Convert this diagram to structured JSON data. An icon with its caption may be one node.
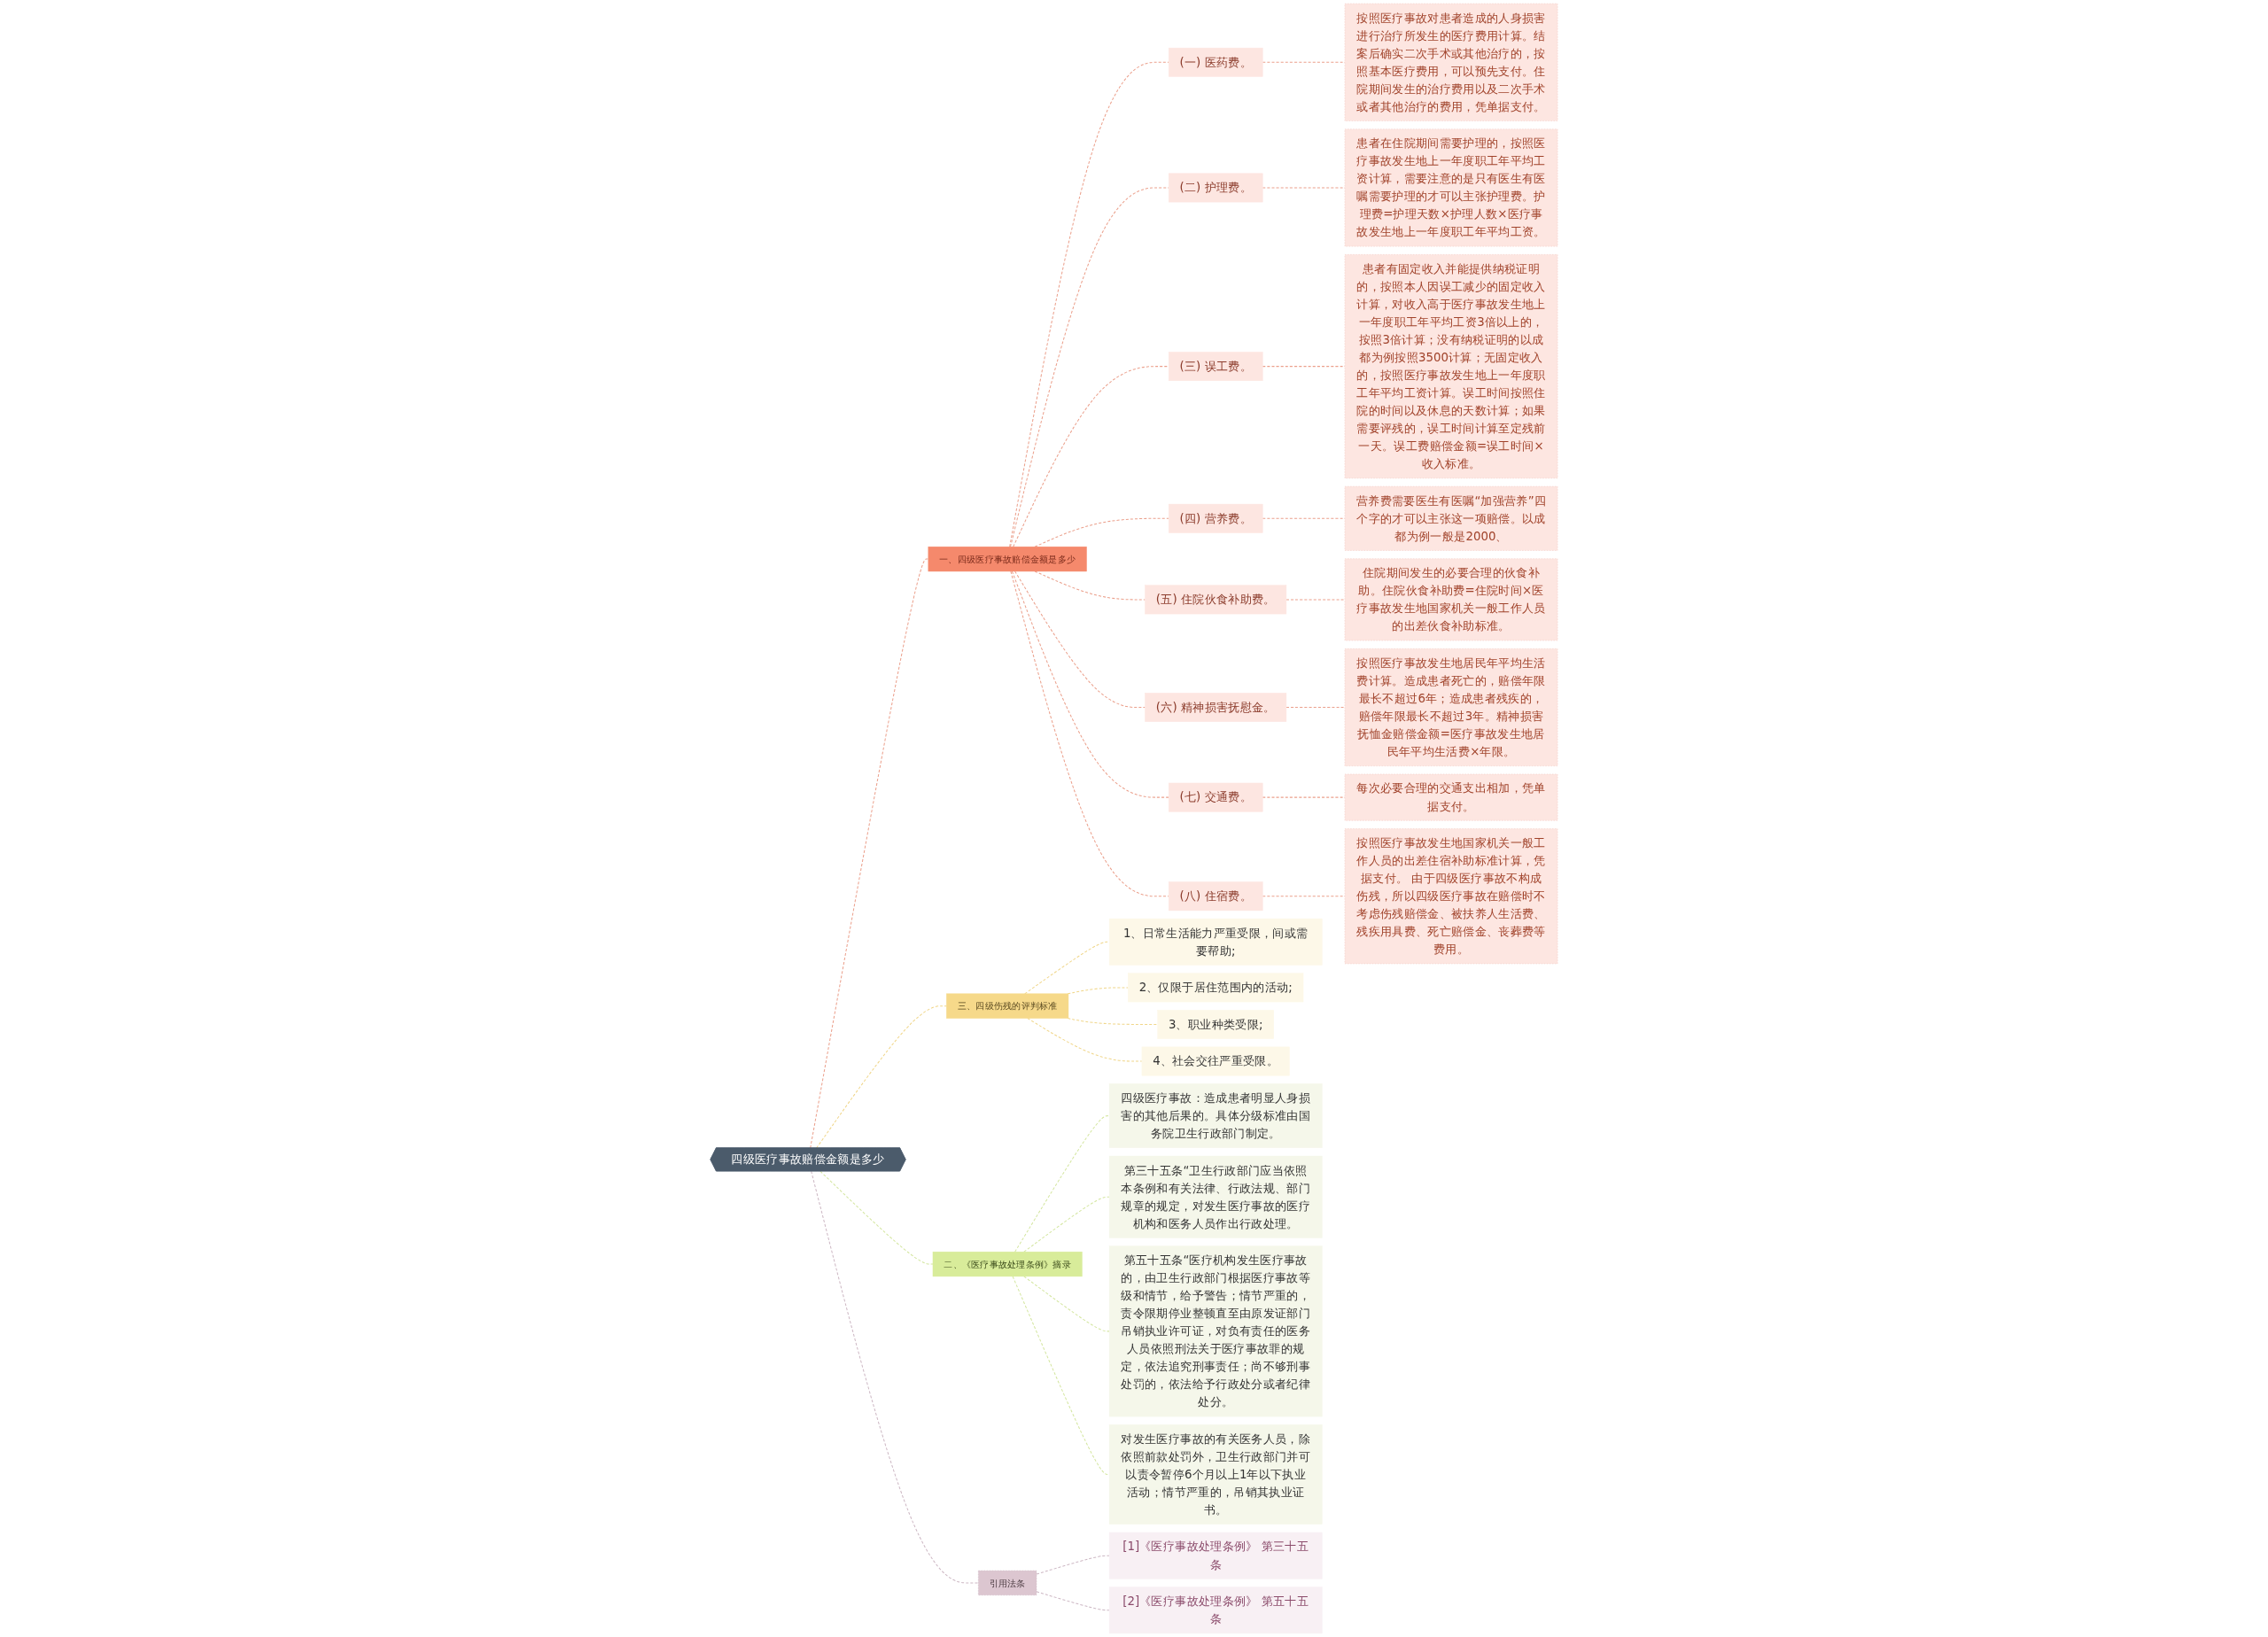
{
  "diagram": {
    "nodes": [
      {
        "text": [
          "四级医疗事故赔偿金额是多少"
        ]
      },
      {
        "text": [
          "一、四级医疗事故赔偿金额是多少"
        ]
      },
      {
        "text": [
          "(一) 医药费。"
        ]
      },
      {
        "text": [
          "按照医疗事故对患者造成的人身损害进行治疗所发生的医疗费用计算。结案后确实二次手术或其他治疗的，按照基本医疗费用，可以预先支付。住院期间发生的治疗费用以及二次手术或者其他治疗的费用，凭单据支付。"
        ]
      },
      {
        "text": [
          "(二) 护理费。"
        ]
      },
      {
        "text": [
          "患者在住院期间需要护理的，按照医疗事故发生地上一年度职工年平均工资计算，需要注意的是只有医生有医嘱需要护理的才可以主张护理费。护理费=护理天数×护理人数×医疗事故发生地上一年度职工年平均工资。"
        ]
      },
      {
        "text": [
          "(三) 误工费。"
        ]
      },
      {
        "text": [
          "患者有固定收入并能提供纳税证明的，按照本人因误工减少的固定收入计算，对收入高于医疗事故发生地上一年度职工年平均工资3倍以上的，按照3倍计算；没有纳税证明的以成都为例按照3500计算；无固定收入的，按照医疗事故发生地上一年度职工年平均工资计算。误工时间按照住院的时间以及休息的天数计算；如果需要评残的，误工时间计算至定残前一天。误工费赔偿金额=误工时间×收入标准。"
        ]
      },
      {
        "text": [
          "(四) 营养费。"
        ]
      },
      {
        "text": [
          "营养费需要医生有医嘱“加强营养”四个字的才可以主张这一项赔偿。以成都为例一般是2000、"
        ]
      },
      {
        "text": [
          "(五) 住院伙食补助费。"
        ]
      },
      {
        "text": [
          "住院期间发生的必要合理的伙食补助。住院伙食补助费=住院时间×医疗事故发生地国家机关一般工作人员的出差伙食补助标准。"
        ]
      },
      {
        "text": [
          "(六) 精神损害抚慰金。"
        ]
      },
      {
        "text": [
          "按照医疗事故发生地居民年平均生活费计算。造成患者死亡的，赔偿年限最长不超过6年；造成患者残疾的，赔偿年限最长不超过3年。精神损害抚恤金赔偿金额=医疗事故发生地居民年平均生活费×年限。"
        ]
      },
      {
        "text": [
          "(七) 交通费。"
        ]
      },
      {
        "text": [
          "每次必要合理的交通支出相加，凭单据支付。"
        ]
      },
      {
        "text": [
          "(八) 住宿费。"
        ]
      },
      {
        "text": [
          "按照医疗事故发生地国家机关一般工作人员的出差住宿补助标准计算，凭据支付。 由于四级医疗事故不构成伤残，所以四级医疗事故在赔偿时不考虑伤残赔偿金、被扶养人生活费、残疾用具费、死亡赔偿金、丧葬费等费用。"
        ]
      },
      {
        "text": [
          "三、四级伤残的评判标准"
        ]
      },
      {
        "text": [
          "1、日常生活能力严重受限，间或需要帮助;"
        ]
      },
      {
        "text": [
          "2、仅限于居住范围内的活动;"
        ]
      },
      {
        "text": [
          "3、职业种类受限;"
        ]
      },
      {
        "text": [
          "4、社会交往严重受限。"
        ]
      },
      {
        "text": [
          "二、《医疗事故处理条例》摘录"
        ]
      },
      {
        "text": [
          "四级医疗事故：造成患者明显人身损害的其他后果的。具体分级标准由国务院卫生行政部门制定。"
        ]
      },
      {
        "text": [
          "第三十五条“卫生行政部门应当依照本条例和有关法律、行政法规、部门规章的规定，对发生医疗事故的医疗机构和医务人员作出行政处理。"
        ]
      },
      {
        "text": [
          "第五十五条“医疗机构发生医疗事故的，由卫生行政部门根据医疗事故等级和情节，给予警告；情节严重的，责令限期停业整顿直至由原发证部门吊销执业许可证，对负有责任的医务人员依照刑法关于医疗事故罪的规定，依法追究刑事责任；尚不够刑事处罚的，依法给予行政处分或者纪律处分。"
        ]
      },
      {
        "text": [
          "对发生医疗事故的有关医务人员，除依照前款处罚外，卫生行政部门并可以责令暂停6个月以上1年以下执业活动；情节严重的，吊销其执业证书。"
        ]
      },
      {
        "text": [
          "引用法条"
        ]
      },
      {
        "text": [
          "[1]《医疗事故处理条例》 第三十五条"
        ]
      },
      {
        "text": [
          "[2]《医疗事故处理条例》 第五十五条"
        ]
      }
    ],
    "edges": [
      {
        "from": 0,
        "to": 1,
        "arrow": "none",
        "style": "dashed"
      },
      {
        "from": 1,
        "to": 2,
        "arrow": "none",
        "style": "dashed"
      },
      {
        "from": 2,
        "to": 3,
        "arrow": "none",
        "style": "dashed"
      },
      {
        "from": 1,
        "to": 4,
        "arrow": "none",
        "style": "dashed"
      },
      {
        "from": 4,
        "to": 5,
        "arrow": "none",
        "style": "dashed"
      },
      {
        "from": 1,
        "to": 6,
        "arrow": "none",
        "style": "dashed"
      },
      {
        "from": 6,
        "to": 7,
        "arrow": "none",
        "style": "dashed"
      },
      {
        "from": 1,
        "to": 8,
        "arrow": "none",
        "style": "dashed"
      },
      {
        "from": 8,
        "to": 9,
        "arrow": "none",
        "style": "dashed"
      },
      {
        "from": 1,
        "to": 10,
        "arrow": "none",
        "style": "dashed"
      },
      {
        "from": 10,
        "to": 11,
        "arrow": "none",
        "style": "dashed"
      },
      {
        "from": 1,
        "to": 12,
        "arrow": "none",
        "style": "dashed"
      },
      {
        "from": 12,
        "to": 13,
        "arrow": "none",
        "style": "dashed"
      },
      {
        "from": 1,
        "to": 14,
        "arrow": "none",
        "style": "dashed"
      },
      {
        "from": 14,
        "to": 15,
        "arrow": "none",
        "style": "dashed"
      },
      {
        "from": 1,
        "to": 16,
        "arrow": "none",
        "style": "dashed"
      },
      {
        "from": 16,
        "to": 17,
        "arrow": "none",
        "style": "dashed"
      },
      {
        "from": 0,
        "to": 18,
        "arrow": "none",
        "style": "dashed",
        "color": "#f0d68a"
      },
      {
        "from": 18,
        "to": 19,
        "arrow": "none",
        "style": "dashed",
        "color": "#f0d68a"
      },
      {
        "from": 18,
        "to": 20,
        "arrow": "none",
        "style": "dashed",
        "color": "#f0d68a"
      },
      {
        "from": 18,
        "to": 21,
        "arrow": "none",
        "style": "dashed",
        "color": "#f0d68a"
      },
      {
        "from": 18,
        "to": 22,
        "arrow": "none",
        "style": "dashed",
        "color": "#f0d68a"
      },
      {
        "from": 0,
        "to": 23,
        "arrow": "none",
        "style": "dashed",
        "color": "#d4e6a0"
      },
      {
        "from": 23,
        "to": 24,
        "arrow": "none",
        "style": "dashed",
        "color": "#d4e6a0"
      },
      {
        "from": 23,
        "to": 25,
        "arrow": "none",
        "style": "dashed",
        "color": "#d4e6a0"
      },
      {
        "from": 23,
        "to": 26,
        "arrow": "none",
        "style": "dashed",
        "color": "#d4e6a0"
      },
      {
        "from": 23,
        "to": 27,
        "arrow": "none",
        "style": "dashed",
        "color": "#d4e6a0"
      },
      {
        "from": 0,
        "to": 28,
        "arrow": "none",
        "style": "dashed",
        "color": "#cdb8c4"
      },
      {
        "from": 28,
        "to": 29,
        "arrow": "none",
        "style": "dashed",
        "color": "#cdb8c4"
      },
      {
        "from": 28,
        "to": 30,
        "arrow": "none",
        "style": "dashed",
        "color": "#cdb8c4"
      }
    ]
  }
}
